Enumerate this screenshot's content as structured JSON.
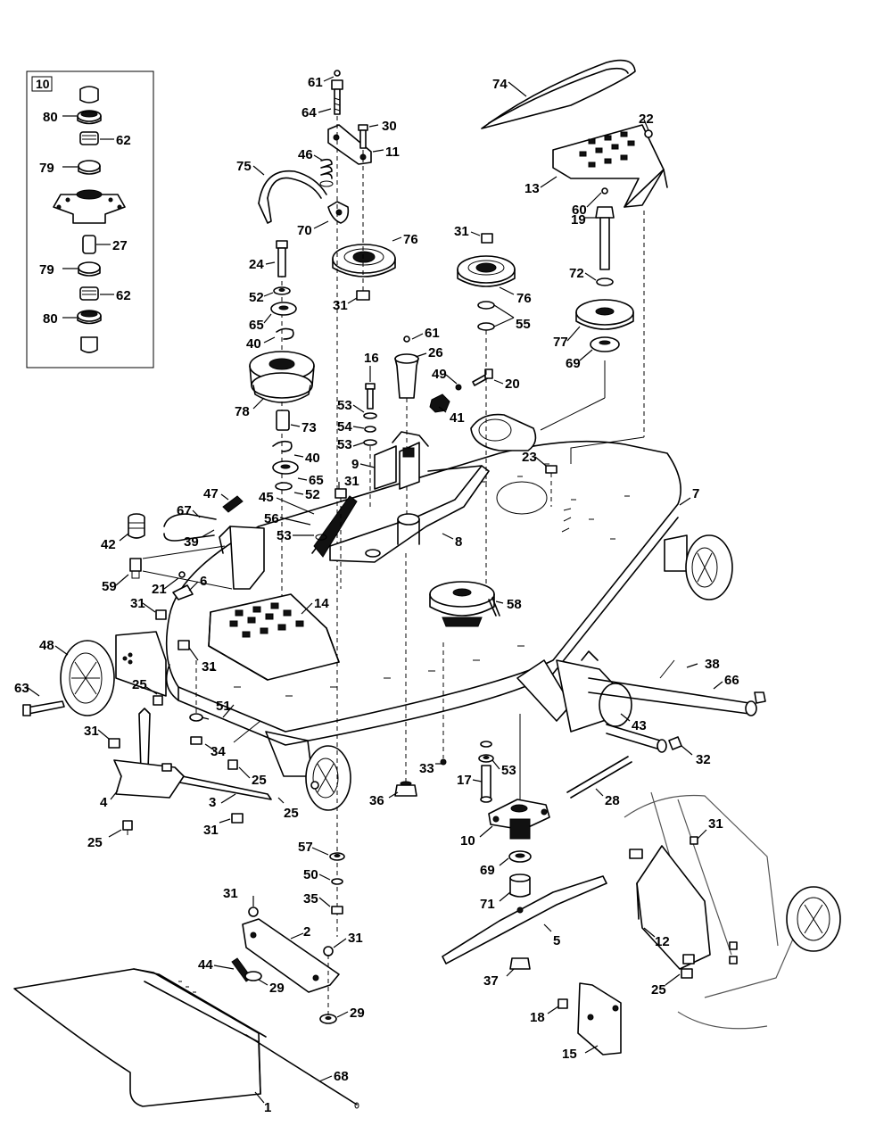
{
  "inset": {
    "label": "10"
  },
  "callouts": [
    {
      "id": "c61a",
      "text": "61"
    },
    {
      "id": "c64",
      "text": "64"
    },
    {
      "id": "c30",
      "text": "30"
    },
    {
      "id": "c11",
      "text": "11"
    },
    {
      "id": "c46",
      "text": "46"
    },
    {
      "id": "c75",
      "text": "75"
    },
    {
      "id": "c70",
      "text": "70"
    },
    {
      "id": "c76a",
      "text": "76"
    },
    {
      "id": "c24",
      "text": "24"
    },
    {
      "id": "c52a",
      "text": "52"
    },
    {
      "id": "c65a",
      "text": "65"
    },
    {
      "id": "c31a",
      "text": "31"
    },
    {
      "id": "c40a",
      "text": "40"
    },
    {
      "id": "c78",
      "text": "78"
    },
    {
      "id": "c73",
      "text": "73"
    },
    {
      "id": "c40b",
      "text": "40"
    },
    {
      "id": "c65b",
      "text": "65"
    },
    {
      "id": "c52b",
      "text": "52"
    },
    {
      "id": "c74",
      "text": "74"
    },
    {
      "id": "c22",
      "text": "22"
    },
    {
      "id": "c13",
      "text": "13"
    },
    {
      "id": "c60",
      "text": "60"
    },
    {
      "id": "c19",
      "text": "19"
    },
    {
      "id": "c72",
      "text": "72"
    },
    {
      "id": "c77",
      "text": "77"
    },
    {
      "id": "c69a",
      "text": "69"
    },
    {
      "id": "c31b",
      "text": "31"
    },
    {
      "id": "c76b",
      "text": "76"
    },
    {
      "id": "c55",
      "text": "55"
    },
    {
      "id": "c61b",
      "text": "61"
    },
    {
      "id": "c26",
      "text": "26"
    },
    {
      "id": "c16",
      "text": "16"
    },
    {
      "id": "c49",
      "text": "49"
    },
    {
      "id": "c20",
      "text": "20"
    },
    {
      "id": "c41",
      "text": "41"
    },
    {
      "id": "c53a",
      "text": "53"
    },
    {
      "id": "c54",
      "text": "54"
    },
    {
      "id": "c53b",
      "text": "53"
    },
    {
      "id": "c9",
      "text": "9"
    },
    {
      "id": "c23",
      "text": "23"
    },
    {
      "id": "c7",
      "text": "7"
    },
    {
      "id": "c47",
      "text": "47"
    },
    {
      "id": "c45",
      "text": "45"
    },
    {
      "id": "c31c",
      "text": "31"
    },
    {
      "id": "c67",
      "text": "67"
    },
    {
      "id": "c42",
      "text": "42"
    },
    {
      "id": "c39",
      "text": "39"
    },
    {
      "id": "c56",
      "text": "56"
    },
    {
      "id": "c53c",
      "text": "53"
    },
    {
      "id": "c8",
      "text": "8"
    },
    {
      "id": "c59",
      "text": "59"
    },
    {
      "id": "c21",
      "text": "21"
    },
    {
      "id": "c6",
      "text": "6"
    },
    {
      "id": "c31d",
      "text": "31"
    },
    {
      "id": "c14",
      "text": "14"
    },
    {
      "id": "c58",
      "text": "58"
    },
    {
      "id": "c48",
      "text": "48"
    },
    {
      "id": "c31e",
      "text": "31"
    },
    {
      "id": "c63",
      "text": "63"
    },
    {
      "id": "c25a",
      "text": "25"
    },
    {
      "id": "c38",
      "text": "38"
    },
    {
      "id": "c66",
      "text": "66"
    },
    {
      "id": "c31f",
      "text": "31"
    },
    {
      "id": "c51",
      "text": "51"
    },
    {
      "id": "c34",
      "text": "34"
    },
    {
      "id": "c43",
      "text": "43"
    },
    {
      "id": "c25b",
      "text": "25"
    },
    {
      "id": "c33",
      "text": "33"
    },
    {
      "id": "c53d",
      "text": "53"
    },
    {
      "id": "c32",
      "text": "32"
    },
    {
      "id": "c4",
      "text": "4"
    },
    {
      "id": "c3",
      "text": "3"
    },
    {
      "id": "c25c",
      "text": "25"
    },
    {
      "id": "c36",
      "text": "36"
    },
    {
      "id": "c17",
      "text": "17"
    },
    {
      "id": "c28",
      "text": "28"
    },
    {
      "id": "c25d",
      "text": "25"
    },
    {
      "id": "c31g",
      "text": "31"
    },
    {
      "id": "c10",
      "text": "10"
    },
    {
      "id": "c31h",
      "text": "31"
    },
    {
      "id": "c57",
      "text": "57"
    },
    {
      "id": "c69b",
      "text": "69"
    },
    {
      "id": "c50",
      "text": "50"
    },
    {
      "id": "c71",
      "text": "71"
    },
    {
      "id": "c35",
      "text": "35"
    },
    {
      "id": "c12",
      "text": "12"
    },
    {
      "id": "c31i",
      "text": "31"
    },
    {
      "id": "c2",
      "text": "2"
    },
    {
      "id": "c31j",
      "text": "31"
    },
    {
      "id": "c5",
      "text": "5"
    },
    {
      "id": "c44",
      "text": "44"
    },
    {
      "id": "c29a",
      "text": "29"
    },
    {
      "id": "c29b",
      "text": "29"
    },
    {
      "id": "c37",
      "text": "37"
    },
    {
      "id": "c25e",
      "text": "25"
    },
    {
      "id": "c18",
      "text": "18"
    },
    {
      "id": "c15",
      "text": "15"
    },
    {
      "id": "c68",
      "text": "68"
    },
    {
      "id": "c1",
      "text": "1"
    },
    {
      "id": "i80a",
      "text": "80"
    },
    {
      "id": "i62a",
      "text": "62"
    },
    {
      "id": "i79a",
      "text": "79"
    },
    {
      "id": "i27",
      "text": "27"
    },
    {
      "id": "i79b",
      "text": "79"
    },
    {
      "id": "i62b",
      "text": "62"
    },
    {
      "id": "i80b",
      "text": "80"
    }
  ]
}
